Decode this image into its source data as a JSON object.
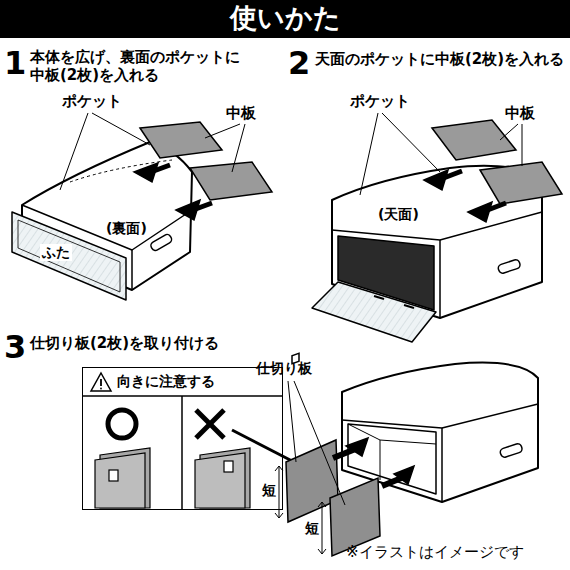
{
  "diagram": {
    "title": "使いかた",
    "nodes": [
      {
        "text": [
          "向きに注意する"
        ]
      }
    ],
    "labels": [
      "1",
      "本体を広げ、裏面のポケットに中板(2枚)を入れる",
      "ポケット",
      "中板",
      "(裏面)",
      "ふた",
      "2",
      "天面のポケットに中板(2枚)を入れる",
      "ポケット",
      "中板",
      "(天面)",
      "3",
      "仕切り板(2枚)を取り付ける",
      "仕切り板",
      "短",
      "短",
      "※イラストはイメージです"
    ]
  }
}
